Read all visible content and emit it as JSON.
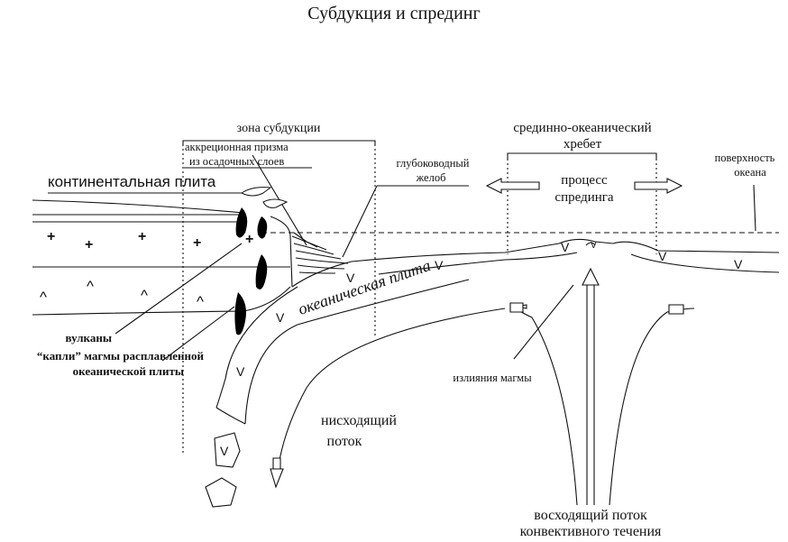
{
  "title": "Субдукция и спрединг",
  "labels": {
    "zone": "зона субдукции",
    "prism_line1": "аккреционная призма",
    "prism_line2": "из осадочных слоев",
    "trench_line1": "глубоководный",
    "trench_line2": "желоб",
    "continental_plate": "континентальная плита",
    "ridge_line1": "срединно-океанический",
    "ridge_line2": "хребет",
    "spreading_line1": "процесс",
    "spreading_line2": "спрединга",
    "surface_line1": "поверхность",
    "surface_line2": "океана",
    "oceanic_plate": "океаническая плита",
    "volcanoes": "вулканы",
    "drops_line1": "“капли” магмы расплавленной",
    "drops_line2": "океанической плиты",
    "magma": "излияния магмы",
    "downflow_line1": "нисходящий",
    "downflow_line2": "поток",
    "upflow_line1": "восходящий поток",
    "upflow_line2": "конвективного течения"
  },
  "symbols": {
    "plus": "+",
    "caret": "^",
    "v": "V"
  }
}
